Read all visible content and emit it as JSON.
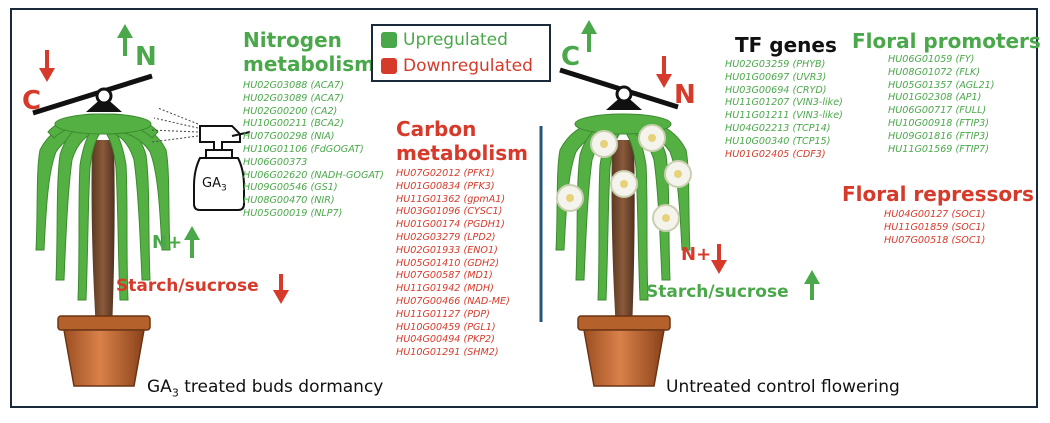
{
  "legend": {
    "up": "Upregulated",
    "down": "Downregulated",
    "up_color": "#4aa84a",
    "down_color": "#d63a2a"
  },
  "left": {
    "balance_c": "C",
    "balance_n": "N",
    "spray_label": "GA",
    "spray_sub": "3",
    "n_plus": "N+",
    "starch": "Starch/sucrose",
    "caption_pre": "GA",
    "caption_sub": "3",
    "caption_post": " treated buds dormancy"
  },
  "nitrogen": {
    "title_1": "Nitrogen",
    "title_2": "metabolism",
    "genes": [
      "HU02G03088 (ACA7)",
      "HU02G03089 (ACA7)",
      "HU02G00200 (CA2)",
      "HU10G00211 (BCA2)",
      "HU07G00298 (NIA)",
      "HU10G01106 (FdGOGAT)",
      "HU06G00373",
      "HU06G02620 (NADH-GOGAT)",
      "HU09G00546 (GS1)",
      "HU08G00470 (NIR)",
      "HU05G00019 (NLP7)"
    ]
  },
  "carbon": {
    "title_1": "Carbon",
    "title_2": "metabolism",
    "genes": [
      "HU07G02012 (PFK1)",
      "HU01G00834 (PFK3)",
      "HU11G01362 (gpmA1)",
      "HU03G01096 (CYSC1)",
      "HU01G00174 (PGDH1)",
      "HU02G03279 (LPD2)",
      "HU02G01933 (ENO1)",
      "HU05G01410 (GDH2)",
      "HU07G00587 (MD1)",
      "HU11G01942 (MDH)",
      "HU07G00466 (NAD-ME)",
      "HU11G01127 (PDP)",
      "HU10G00459 (PGL1)",
      "HU04G00494 (PKP2)",
      "HU10G01291 (SHM2)"
    ]
  },
  "right": {
    "balance_c": "C",
    "balance_n": "N",
    "n_plus": "N+",
    "starch": "Starch/sucrose",
    "caption": "Untreated control flowering"
  },
  "tf": {
    "title": "TF genes",
    "green_genes": [
      "HU02G03259 (PHYB)",
      "HU01G00697 (UVR3)",
      "HU03G00694 (CRYD)",
      "HU11G01207 (VIN3-like)",
      "HU11G01211 (VIN3-like)",
      "HU04G02213 (TCP14)",
      "HU10G00340 (TCP15)"
    ],
    "red_genes": [
      "HU01G02405 (CDF3)"
    ]
  },
  "promoters": {
    "title": "Floral promoters",
    "genes": [
      "HU06G01059 (FY)",
      "HU08G01072 (FLK)",
      "HU05G01357 (AGL21)",
      "HU01G02308 (AP1)",
      "HU06G00717 (FULL)",
      "HU10G00918 (FTIP3)",
      "HU09G01816 (FTIP3)",
      "HU11G01569 (FTIP7)"
    ]
  },
  "repressors": {
    "title": "Floral repressors",
    "genes": [
      "HU04G00127 (SOC1)",
      "HU11G01859 (SOC1)",
      "HU07G00518 (SOC1)"
    ]
  }
}
